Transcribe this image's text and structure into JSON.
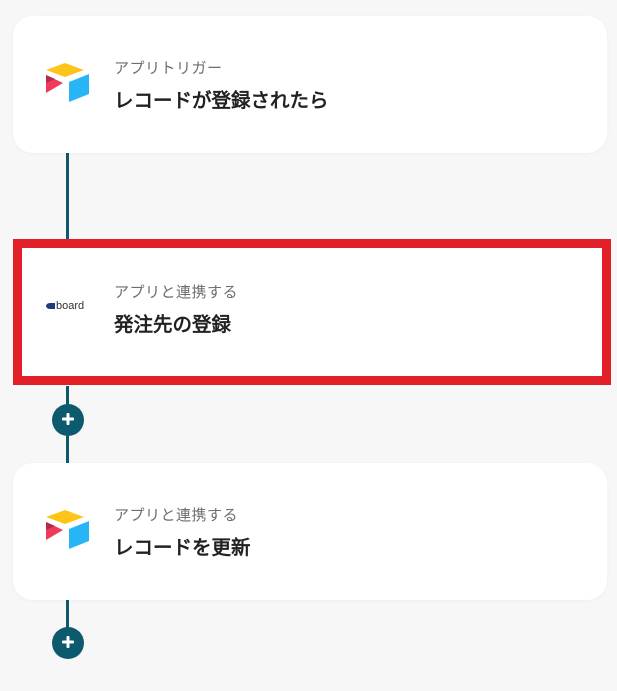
{
  "flow": {
    "steps": [
      {
        "subtitle": "アプリトリガー",
        "title": "レコードが登録されたら",
        "app_icon": "airtable-icon"
      },
      {
        "subtitle": "アプリと連携する",
        "title": "発注先の登録",
        "app_icon": "board-icon",
        "app_logo_text": "board",
        "selected": true
      },
      {
        "subtitle": "アプリと連携する",
        "title": "レコードを更新",
        "app_icon": "airtable-icon"
      }
    ],
    "add_step_icon": "plus-icon"
  },
  "colors": {
    "connector": "#0d5a6e",
    "highlight": "#e21f26",
    "card_bg": "#ffffff",
    "page_bg": "#f7f7f7"
  }
}
